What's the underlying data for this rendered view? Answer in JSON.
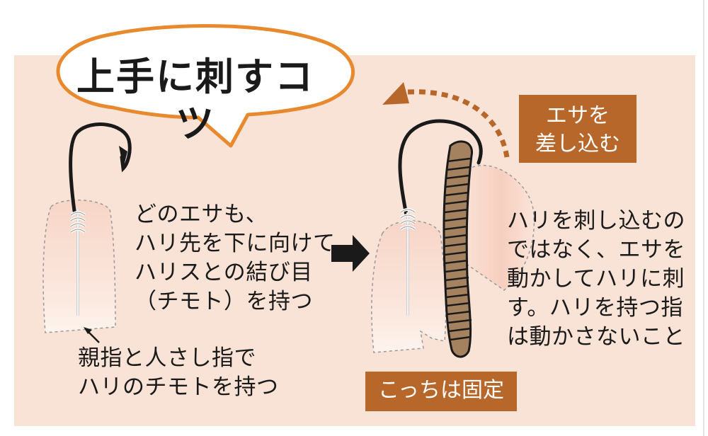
{
  "title": "上手に刺すコツ",
  "instruction_lines": [
    "どのエサも、",
    "ハリ先を下に向けて",
    "ハリスとの結び目",
    "（チモト）を持つ"
  ],
  "thumb_note_lines": [
    "親指と人さし指で",
    "ハリのチモトを持つ"
  ],
  "insert_tag_lines": [
    "エサを",
    "差し込む"
  ],
  "tip_lines": [
    "ハリを刺し込むの",
    "ではなく、エサを",
    "動かしてハリに刺",
    "す。ハリを持つ指",
    "は動かさないこと"
  ],
  "fixed_tag": "こっちは固定",
  "colors": {
    "panel": "#f9e3d6",
    "accent_orange": "#e8892e",
    "tag_brown": "#b8672b",
    "worm": "#a4825f",
    "ink": "#1a1a1a"
  }
}
